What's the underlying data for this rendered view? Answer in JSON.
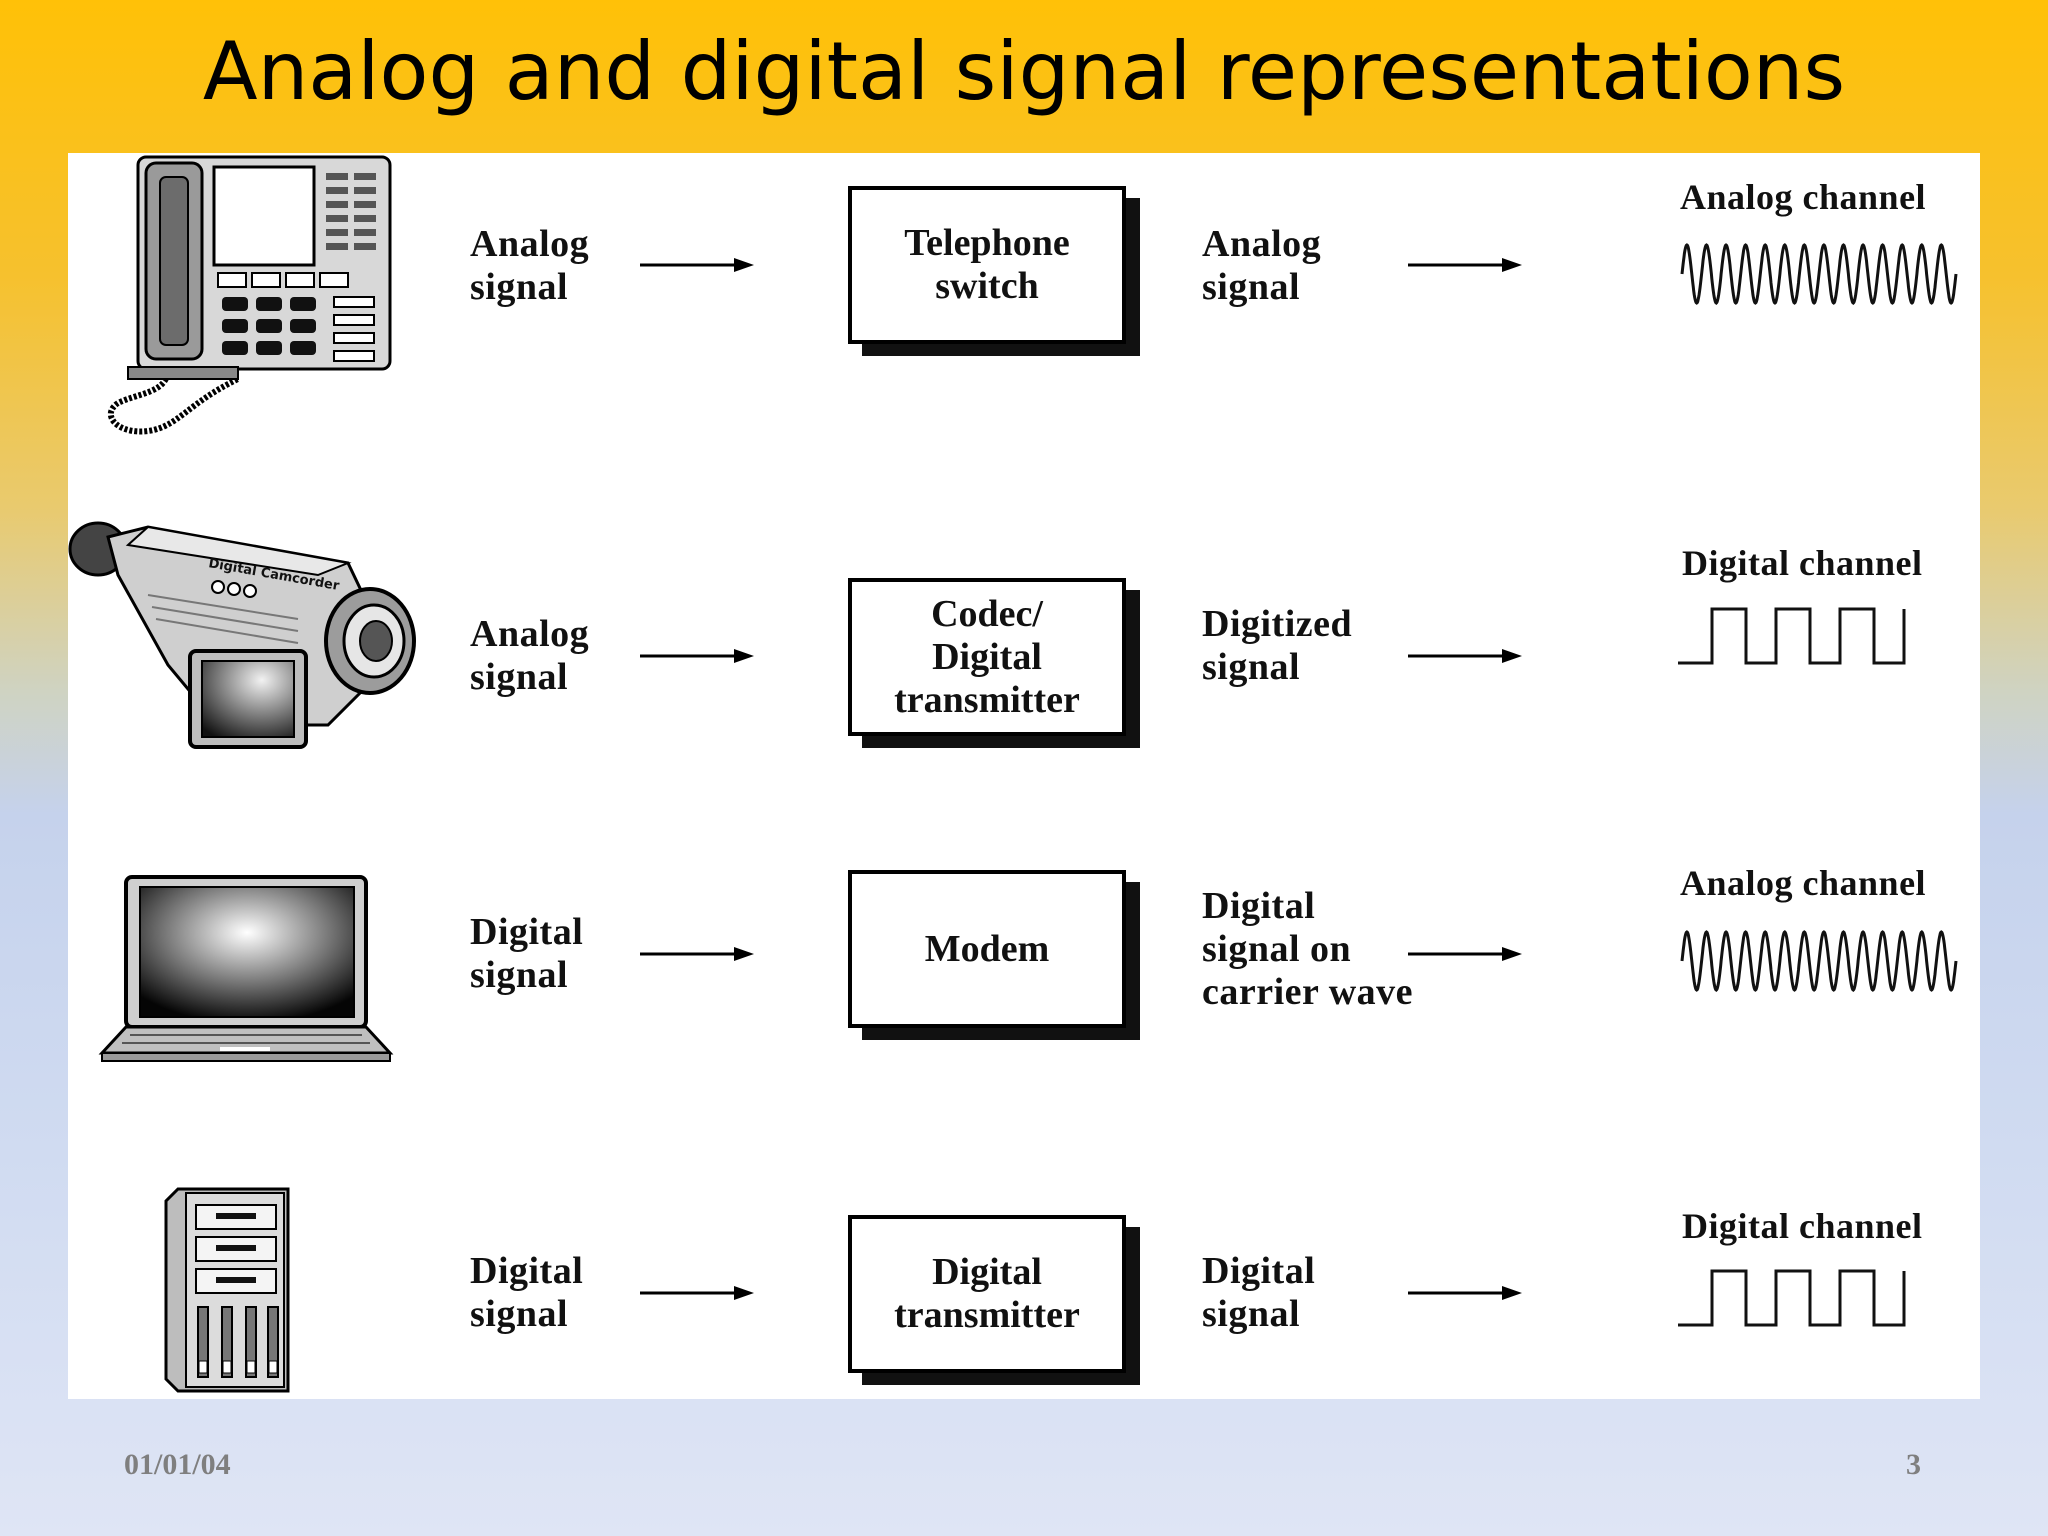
{
  "title": "Analog and digital signal representations",
  "rows": [
    {
      "device_icon": "telephone-icon",
      "input_signal": [
        "Analog",
        "signal"
      ],
      "box": [
        "Telephone",
        "switch"
      ],
      "output_signal": [
        "Analog",
        "signal"
      ],
      "channel": "Analog channel",
      "waveform": "sine"
    },
    {
      "device_icon": "camcorder-icon",
      "device_text": "Digital Camcorder",
      "input_signal": [
        "Analog",
        "signal"
      ],
      "box": [
        "Codec/",
        "Digital",
        "transmitter"
      ],
      "output_signal": [
        "Digitized",
        "signal"
      ],
      "channel": "Digital channel",
      "waveform": "square"
    },
    {
      "device_icon": "laptop-icon",
      "input_signal": [
        "Digital",
        "signal"
      ],
      "box": [
        "Modem"
      ],
      "output_signal": [
        "Digital",
        "signal on",
        "carrier wave"
      ],
      "channel": "Analog channel",
      "waveform": "sine"
    },
    {
      "device_icon": "computer-tower-icon",
      "input_signal": [
        "Digital",
        "signal"
      ],
      "box": [
        "Digital",
        "transmitter"
      ],
      "output_signal": [
        "Digital",
        "signal"
      ],
      "channel": "Digital channel",
      "waveform": "square"
    }
  ],
  "footer": {
    "date": "01/01/04",
    "page_number": "3"
  }
}
